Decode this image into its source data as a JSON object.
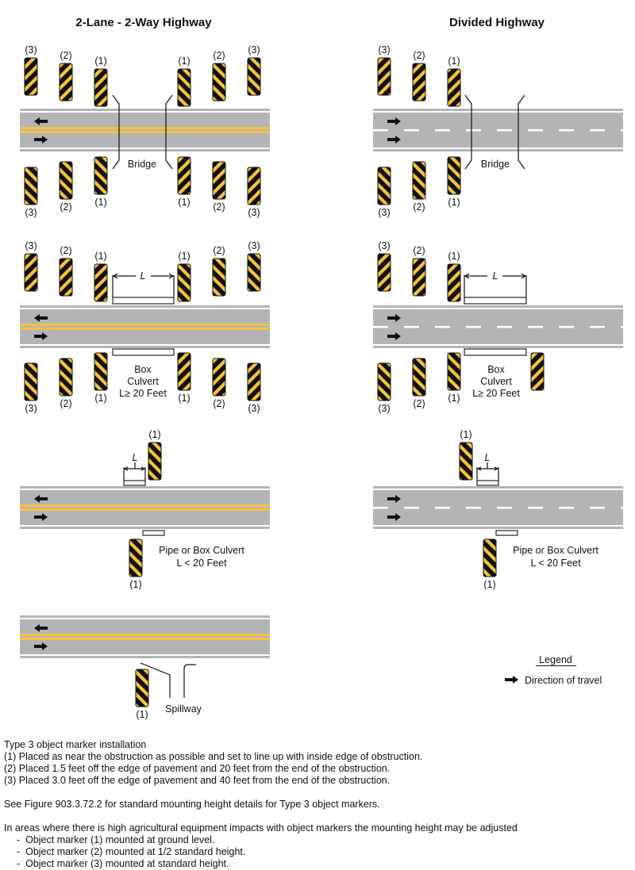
{
  "titles": {
    "left": "2-Lane - 2-Way Highway",
    "right": "Divided Highway"
  },
  "marker_labels": {
    "m1": "(1)",
    "m2": "(2)",
    "m3": "(3)"
  },
  "structure_labels": {
    "bridge": "Bridge",
    "box_culvert_line1": "Box",
    "box_culvert_line2": "Culvert",
    "box_culvert_line3": "L≥ 20 Feet",
    "pipe_culvert_line1": "Pipe or Box Culvert",
    "pipe_culvert_line2": "L < 20 Feet",
    "spillway": "Spillway",
    "length_symbol": "L"
  },
  "legend": {
    "title": "Legend",
    "items": [
      {
        "icon": "arrow-right-icon",
        "label": "Direction of travel"
      }
    ]
  },
  "colors": {
    "road": "#b3b4b6",
    "edge_line": "#b3b4b6",
    "centerline_yellow": "#f7c23c",
    "lane_dash": "#ffffff",
    "marker_black": "#111111",
    "marker_yellow": "#f7c23c"
  },
  "notes": {
    "heading": "Type 3 object marker installation",
    "items": [
      "(1) Placed as near the obstruction as possible and set to line up with inside edge of obstruction.",
      "(2) Placed 1.5 feet off the edge of pavement and 20 feet from the end of the obstruction.",
      "(3) Placed 3.0 feet off the edge of pavement and 40 feet from the end of the obstruction."
    ],
    "reference": "See Figure 903.3.72.2 for standard mounting height details for Type 3 object markers.",
    "agricultural_intro": "In areas where there is high agricultural equipment impacts with object markers the mounting height may be adjusted",
    "agricultural_items": [
      "-  Object marker (1) mounted at ground level.",
      "-  Object marker (2) mounted at 1/2 standard height.",
      "-  Object marker (3) mounted at standard height."
    ]
  }
}
